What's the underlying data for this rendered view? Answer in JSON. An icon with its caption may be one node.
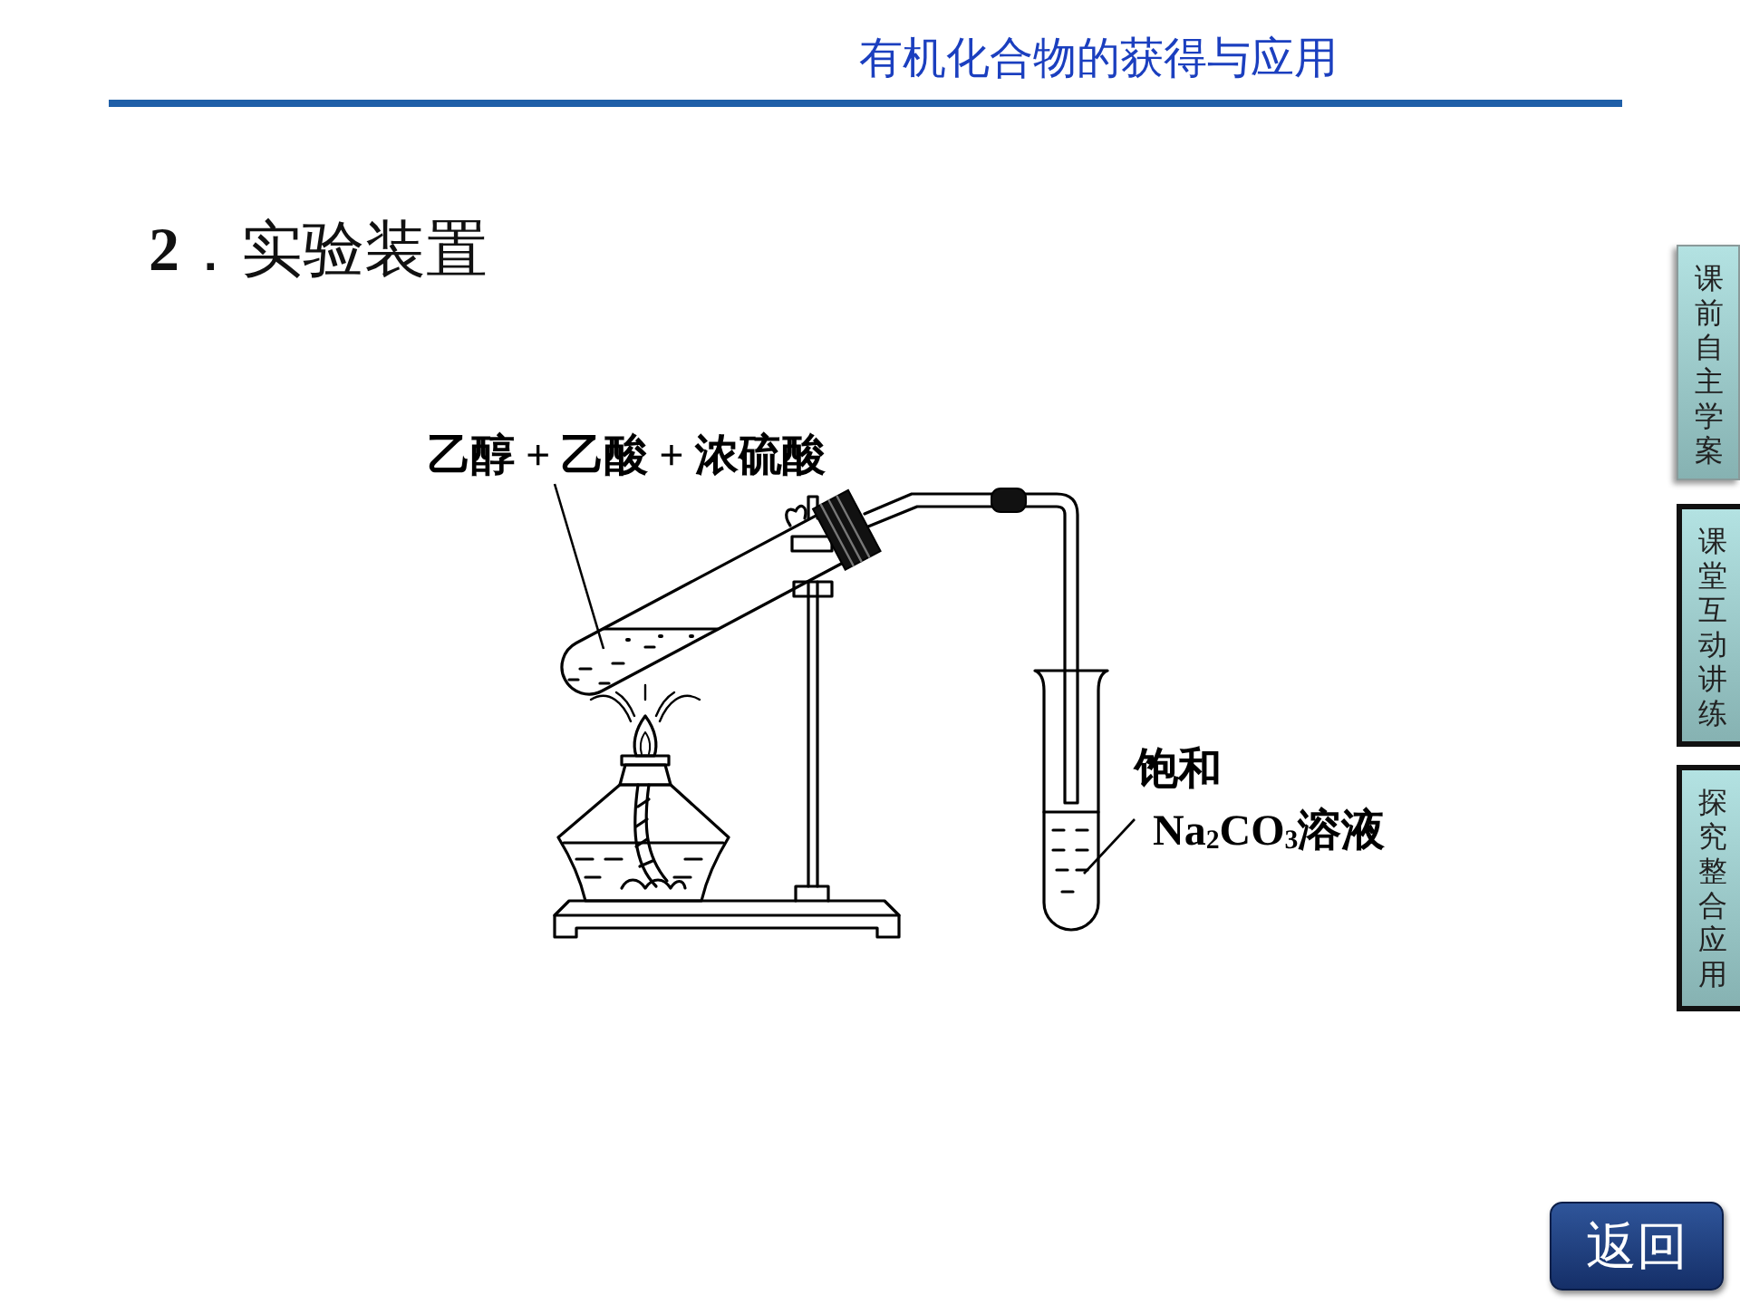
{
  "diagram": {
    "title": "有机化合物的获得与应用",
    "nodes": [
      {
        "text": [
          "乙醇 + 乙酸 + 浓硫酸"
        ]
      },
      {
        "text": [
          "饱和 Na$_{2}$CO$_{3}$溶液"
        ]
      },
      {
        "text": [
          "课前自主学案"
        ]
      },
      {
        "text": [
          "课堂互动讲练"
        ]
      },
      {
        "text": [
          "探究整合应用"
        ]
      },
      {
        "text": [
          "返回"
        ]
      }
    ],
    "edges": [
      {
        "from": 0,
        "to": null,
        "arrow": "none"
      },
      {
        "from": 1,
        "to": null,
        "arrow": "none"
      }
    ],
    "labels": [
      "**2**．实验装置"
    ]
  }
}
